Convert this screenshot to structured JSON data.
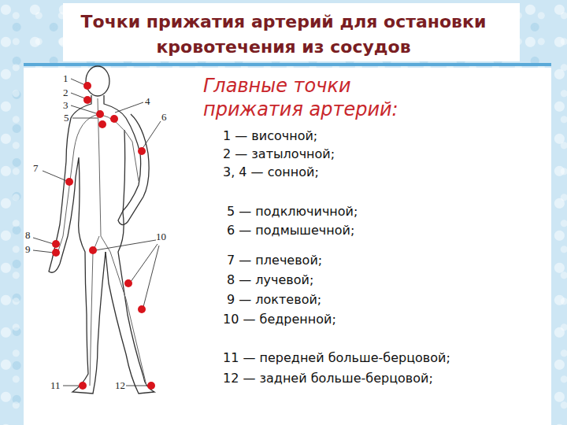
{
  "diagram": {
    "title": "Точки прижатия артерий для остановки кровотечения из сосудов",
    "labels": [
      "1",
      "2",
      "3",
      "4",
      "5",
      "6",
      "7",
      "8",
      "9",
      "10",
      "11",
      "12",
      "Главные точки прижатия артерий:",
      "1 — височной;",
      "2 — затылочной;",
      "3, 4 — сонной;",
      "5 — подключичной;",
      "6 — подмышечной;",
      "7 — плечевой;",
      "8 — лучевой;",
      "9 — локтевой;",
      "10 — бедренной;",
      "11 — передней больше-берцовой;",
      "12 — задней больше-берцовой;"
    ]
  }
}
